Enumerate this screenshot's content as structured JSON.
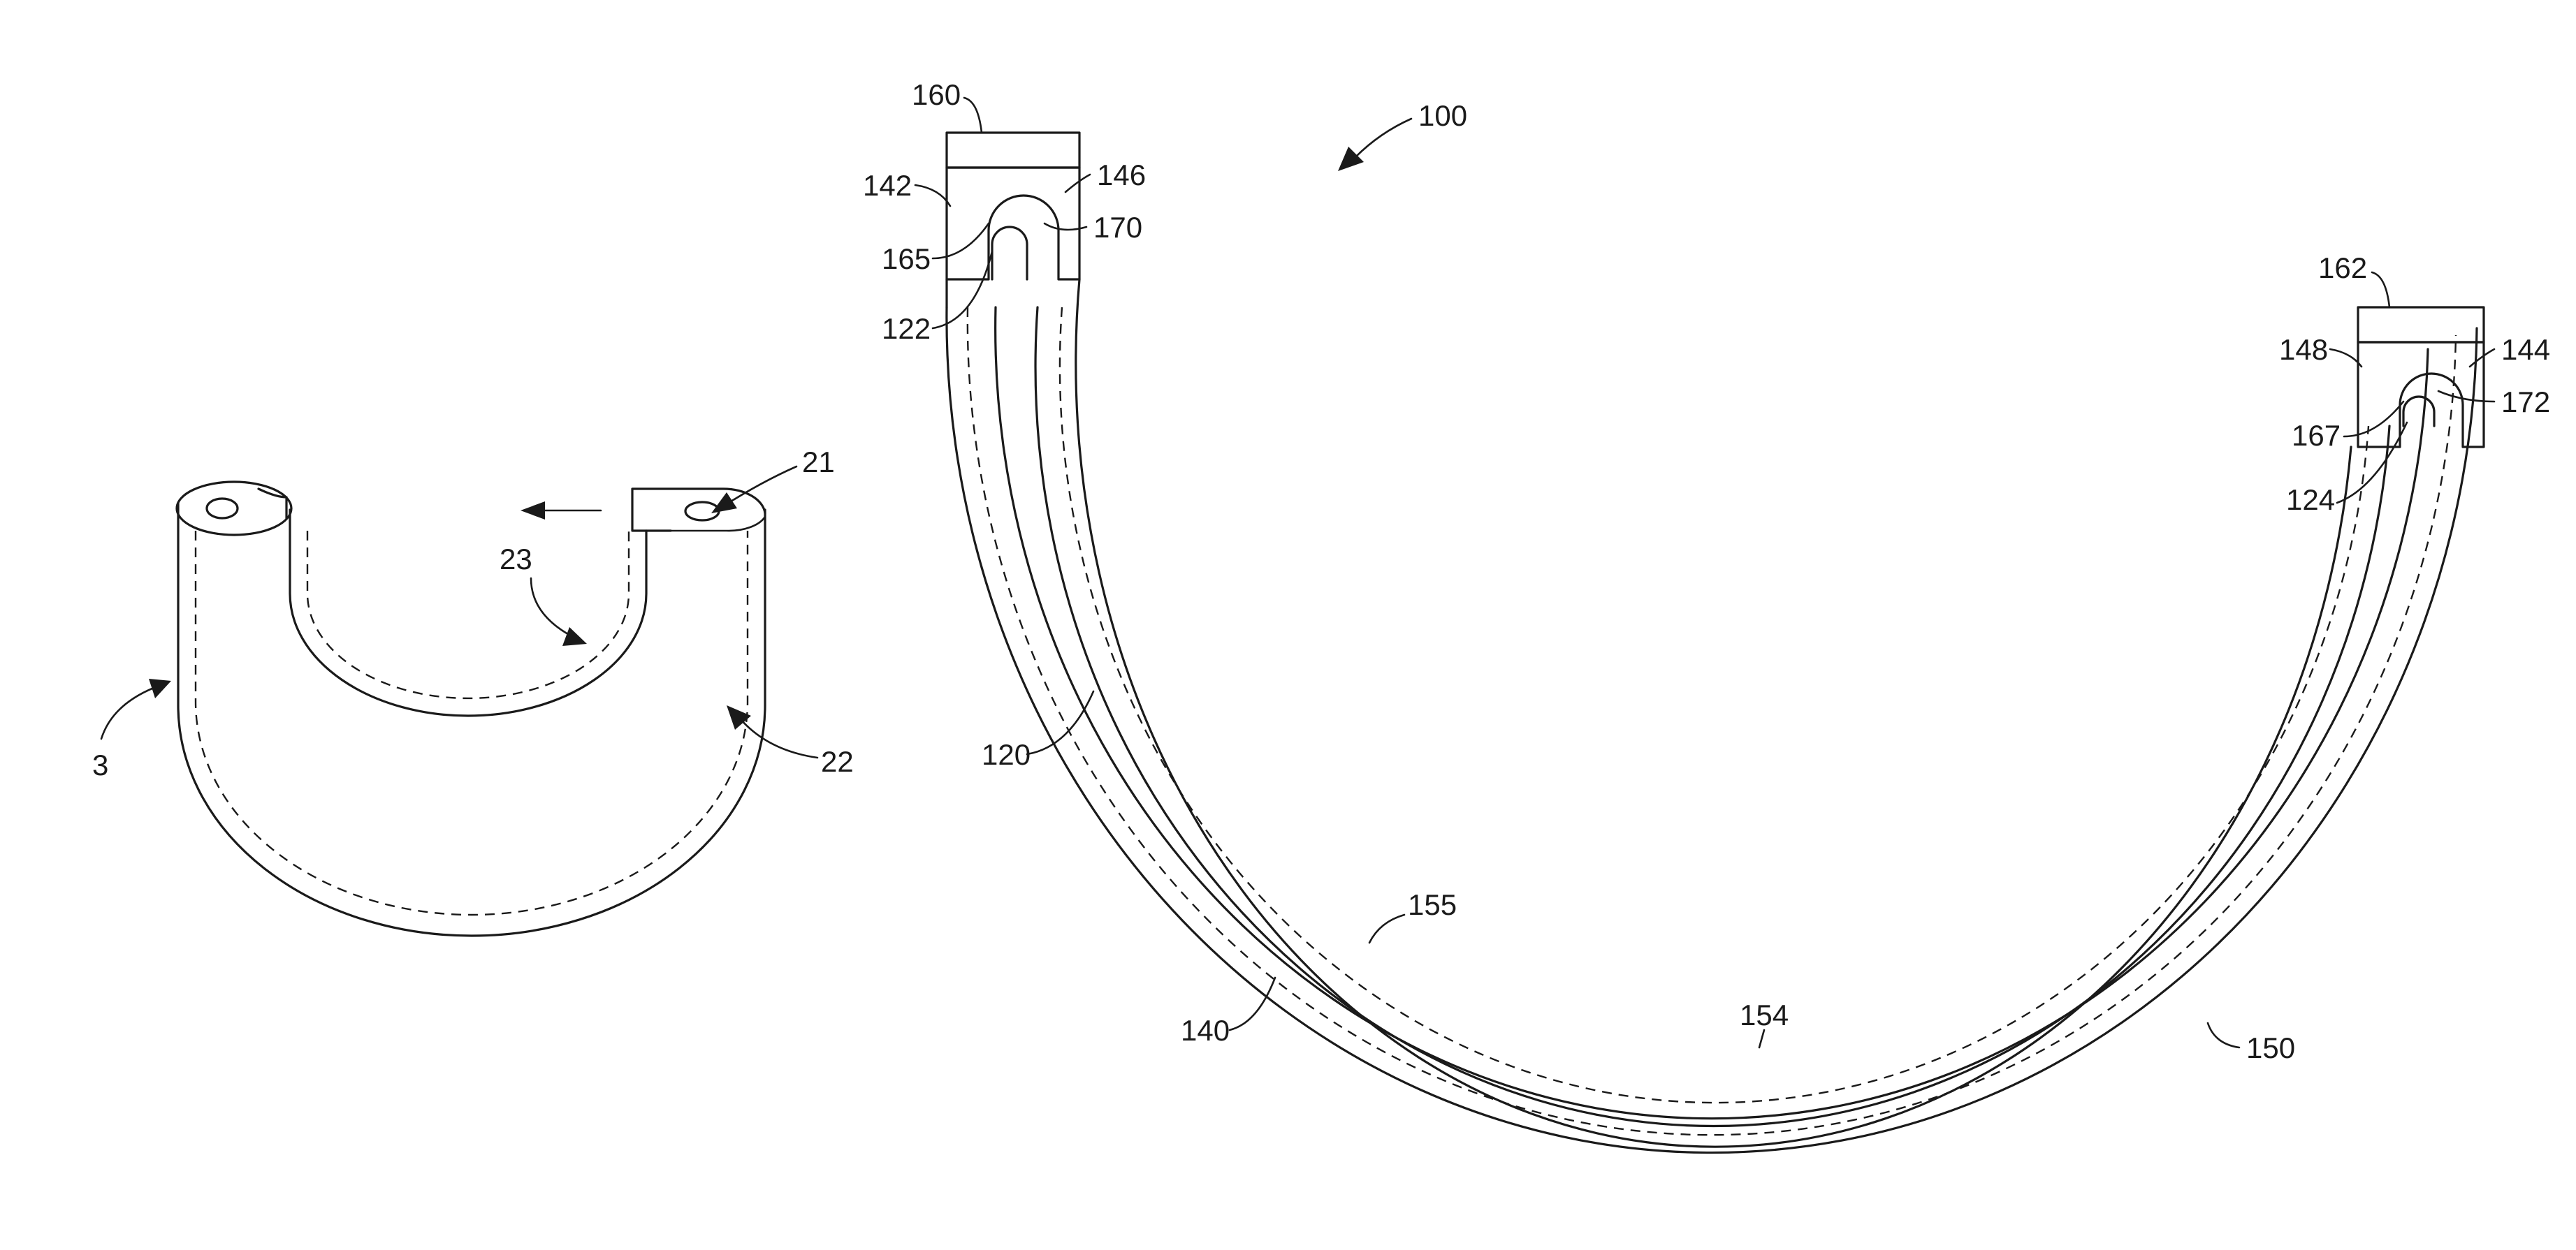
{
  "labels": {
    "fig3": "3",
    "l21": "21",
    "l22": "22",
    "l23": "23",
    "l100": "100",
    "l120": "120",
    "l122": "122",
    "l124": "124",
    "l140": "140",
    "l142": "142",
    "l144": "144",
    "l146": "146",
    "l148": "148",
    "l150": "150",
    "l154": "154",
    "l155": "155",
    "l160": "160",
    "l162": "162",
    "l165": "165",
    "l167": "167",
    "l170": "170",
    "l172": "172"
  }
}
